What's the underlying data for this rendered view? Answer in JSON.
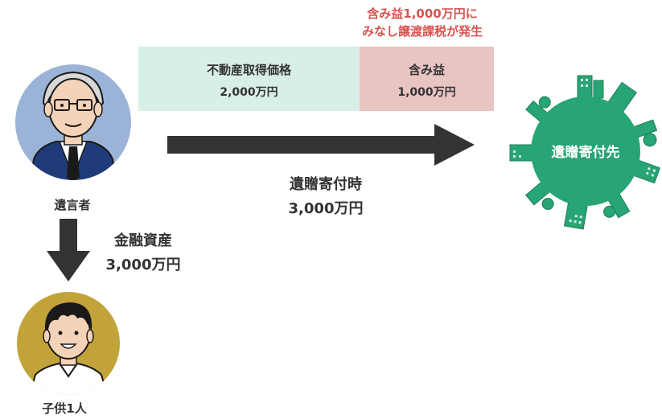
{
  "note": {
    "line1": "含み益1,000万円に",
    "line2": "みなし譲渡課税が発生"
  },
  "cost_box": {
    "label": "不動産取得価格",
    "value": "2,000万円"
  },
  "gain_box": {
    "label": "含み益",
    "value": "1,000万円"
  },
  "bequest": {
    "label": "遺贈寄付時",
    "value": "3,000万円"
  },
  "recipient": {
    "label": "遺贈寄付先"
  },
  "testator": {
    "label": "遺言者"
  },
  "assets": {
    "label": "金融資産",
    "value": "3,000万円"
  },
  "child": {
    "label": "子供1人"
  },
  "colors": {
    "note_red": "#d9534f",
    "cost_bg": "#d8eee8",
    "gain_bg": "#e8c4c2",
    "recipient_green": "#27a574",
    "arrow": "#333333",
    "testator_bg": "#9bb3d6",
    "child_bg": "#c2a33a"
  }
}
